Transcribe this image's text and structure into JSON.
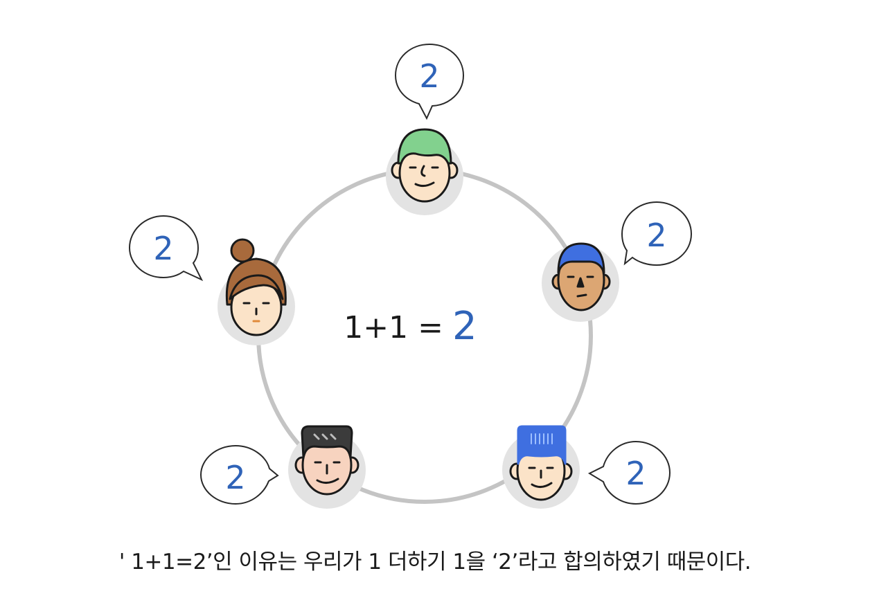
{
  "equation": {
    "left": "1+1 =",
    "result": "2"
  },
  "speech_bubbles": [
    "2",
    "2",
    "2",
    "2",
    "2"
  ],
  "caption": "' 1+1=2’인 이유는 우리가 1 더하기 1을 ‘2’라고 합의하였기 때문이다.",
  "colors": {
    "accent_blue": "#2f63b8",
    "ring_gray": "#c4c4c4",
    "avatar_bg": "#e3e3e3",
    "skin": "#fbe3c8",
    "green_hair": "#82d18e",
    "brown_hair": "#a86a3c",
    "blue_hair": "#3f6fe0",
    "dark_hair": "#3b3b3b",
    "tan_skin": "#dca673"
  }
}
